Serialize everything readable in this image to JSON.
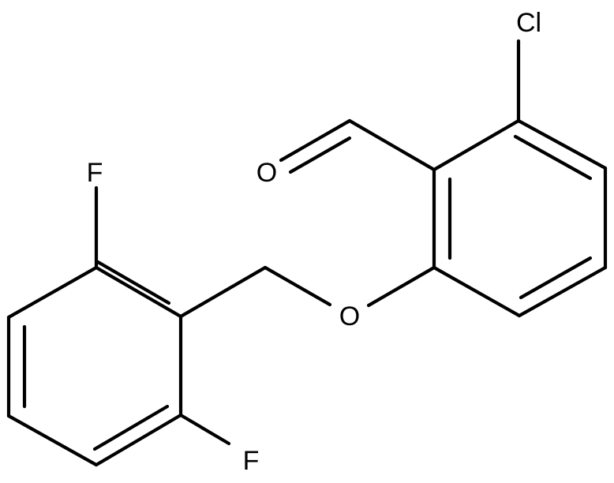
{
  "molecule": {
    "atoms": {
      "cl": "Cl",
      "o_aldehyde": "O",
      "o_ether": "O",
      "f_top": "F",
      "f_bottom": "F"
    }
  }
}
